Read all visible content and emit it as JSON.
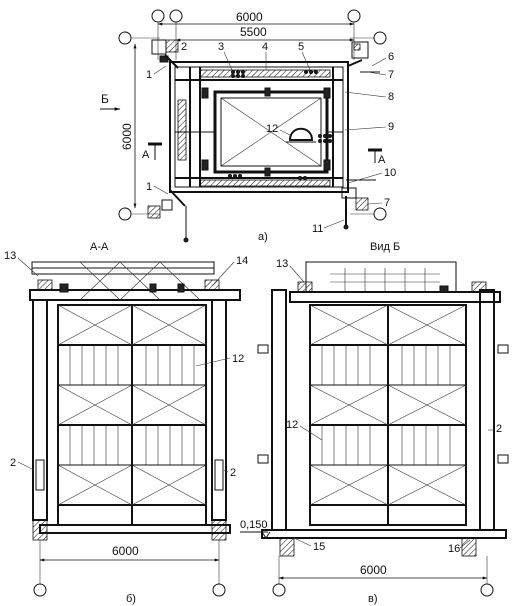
{
  "plan": {
    "dim_top_outer": "6000",
    "dim_top_inner": "5500",
    "dim_left": "6000",
    "view_arrow": "Б",
    "section_left": "А",
    "section_right": "А",
    "caption": "а)",
    "callouts": [
      "1",
      "2",
      "3",
      "4",
      "5",
      "6",
      "7",
      "8",
      "9",
      "12",
      "1",
      "10",
      "7",
      "11"
    ]
  },
  "section": {
    "title": "А-А",
    "callouts": [
      "13",
      "14",
      "12",
      "2",
      "2"
    ],
    "dim_bottom": "6000",
    "caption": "б)"
  },
  "view": {
    "title": "Вид Б",
    "callouts": [
      "13",
      "12",
      "2",
      "15",
      "16"
    ],
    "elevation": "0,150",
    "dim_bottom": "6000",
    "caption": "в)"
  }
}
